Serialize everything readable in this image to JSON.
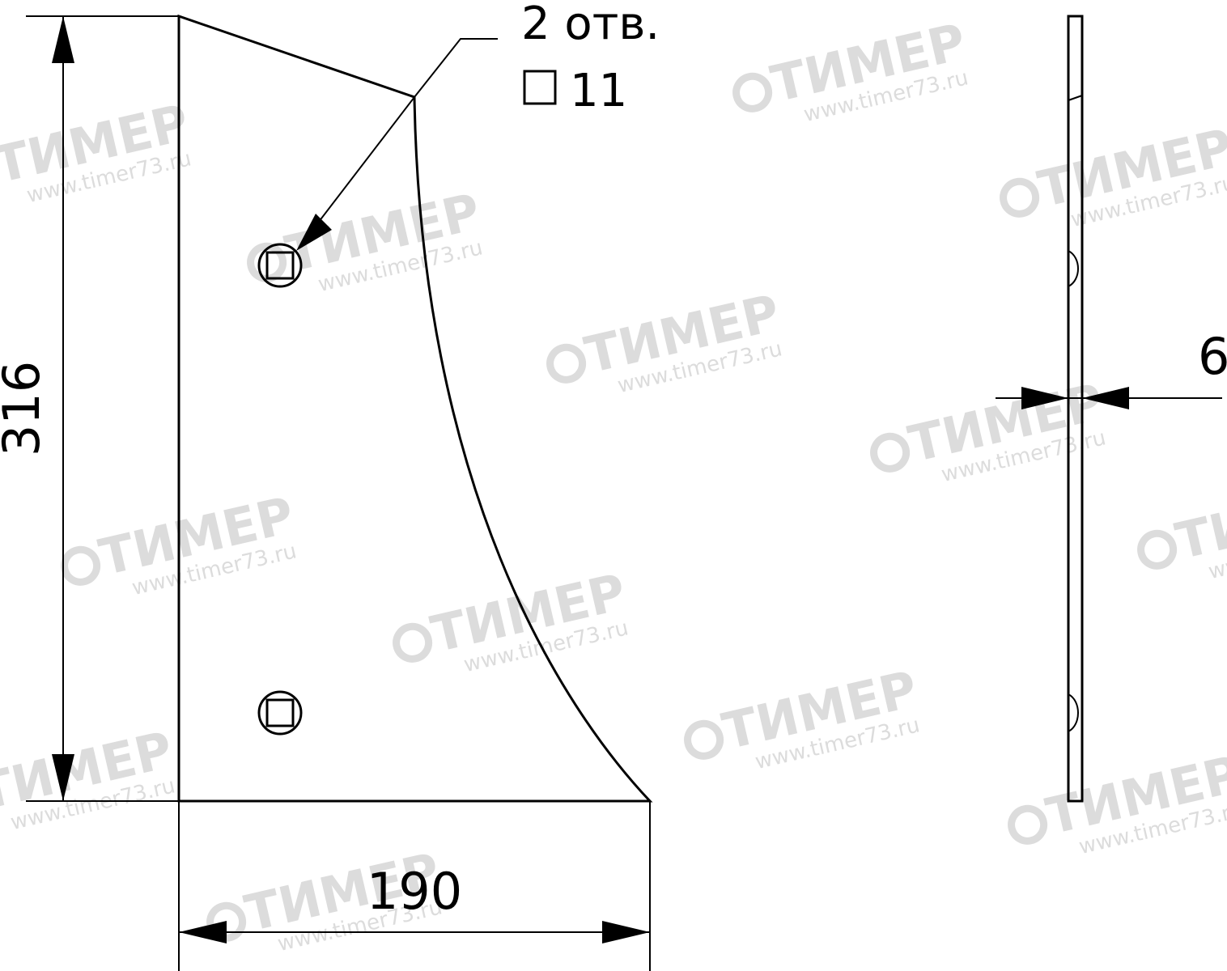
{
  "dimensions": {
    "height_label": "316",
    "width_label": "190",
    "thickness_label": "6"
  },
  "holes_note": {
    "count_label": "2 отв.",
    "size_label": "11"
  },
  "watermark": {
    "name": "ТИМЕР",
    "url": "www.timer73.ru",
    "color": "#dcdcdc"
  },
  "colors": {
    "line": "#000000",
    "background": "#ffffff"
  }
}
